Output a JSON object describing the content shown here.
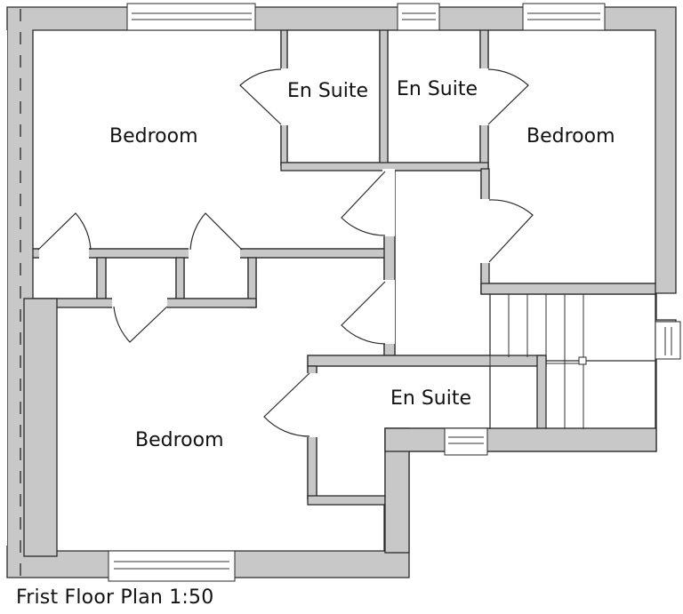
{
  "drawing": {
    "caption": "Frist Floor Plan 1:50",
    "colors": {
      "wall_fill": "#c8c8c8",
      "line": "#2a2a2a",
      "background": "#ffffff"
    }
  },
  "rooms": [
    {
      "id": "bedroom-nw",
      "label": "Bedroom"
    },
    {
      "id": "ensuite-1",
      "label": "En Suite"
    },
    {
      "id": "ensuite-2",
      "label": "En Suite"
    },
    {
      "id": "bedroom-ne",
      "label": "Bedroom"
    },
    {
      "id": "ensuite-3",
      "label": "En Suite"
    },
    {
      "id": "bedroom-sw",
      "label": "Bedroom"
    }
  ]
}
